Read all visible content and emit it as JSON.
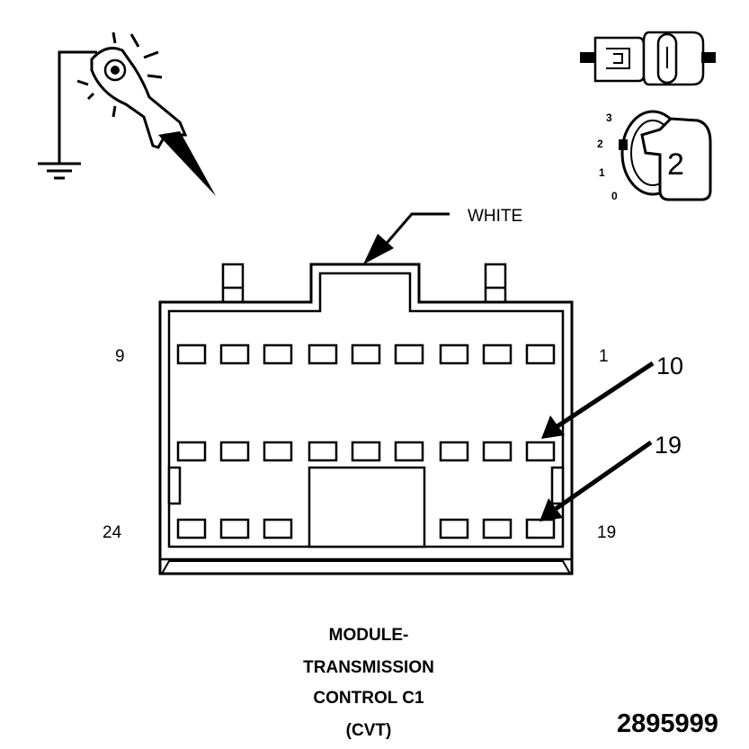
{
  "connector": {
    "color_label": "WHITE",
    "pin_labels": {
      "top_left": "9",
      "top_right": "1",
      "bottom_left": "24",
      "bottom_right": "19"
    },
    "callouts": [
      "10",
      "19"
    ],
    "title_lines": [
      "MODULE-",
      "TRANSMISSION",
      "CONTROL C1",
      "(CVT)"
    ]
  },
  "ignition": {
    "positions": [
      "3",
      "2",
      "1",
      "0"
    ],
    "selected": "2"
  },
  "figure_number": "2895999",
  "icons": {
    "probe": "test-light-probe-icon",
    "ground": "ground-symbol-icon",
    "connector": "disconnected-connector-icon",
    "key": "ignition-key-icon"
  }
}
